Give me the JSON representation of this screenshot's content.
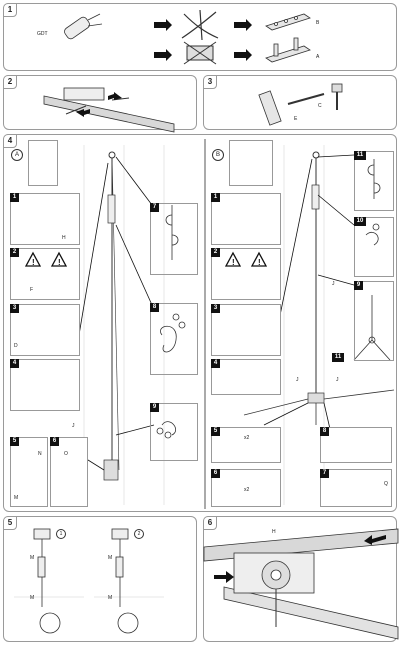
{
  "panels": {
    "p1": {
      "number": "1",
      "label_left": "GDT",
      "label_b": "B",
      "label_a": "A"
    },
    "p2": {
      "number": "2"
    },
    "p3": {
      "number": "3",
      "label_c": "C",
      "label_e": "E"
    },
    "p4": {
      "number": "4",
      "variant_a": "A",
      "variant_b": "B",
      "label_h": "H",
      "label_f": "F",
      "label_d": "D",
      "label_j": "J",
      "label_m": "M",
      "label_n": "N",
      "label_o": "O",
      "label_q": "Q",
      "label_x2": "x2",
      "steps_left": [
        "1",
        "2",
        "3",
        "4",
        "5",
        "6",
        "7",
        "8",
        "9"
      ],
      "steps_right": [
        "1",
        "2",
        "3",
        "4",
        "5",
        "6",
        "7",
        "8",
        "9",
        "10",
        "11"
      ]
    },
    "p5": {
      "number": "5",
      "label_m": "M",
      "circle_1": "1",
      "circle_2": "2"
    },
    "p6": {
      "number": "6",
      "label_h": "H"
    }
  },
  "colors": {
    "line": "#333333",
    "beam": "#cfcfcf",
    "background": "#ffffff"
  }
}
